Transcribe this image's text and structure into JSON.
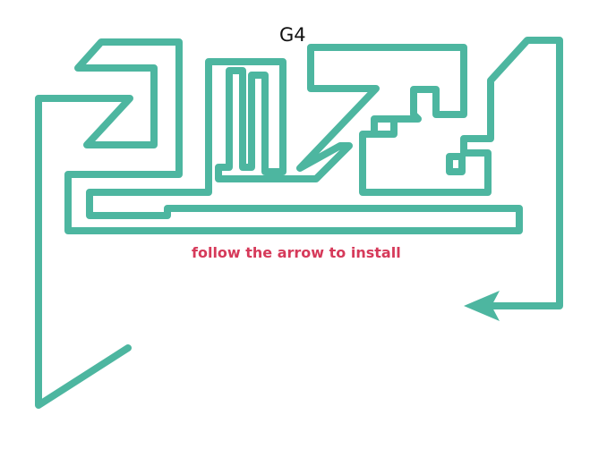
{
  "title": "G4",
  "instruction": "follow the arrow to install",
  "colors": {
    "path": "#4db6a0",
    "instruction": "#d63a5a",
    "title": "#111111",
    "background": "#ffffff"
  },
  "icons": {
    "route": "maze-path",
    "direction": "arrowhead-left"
  }
}
